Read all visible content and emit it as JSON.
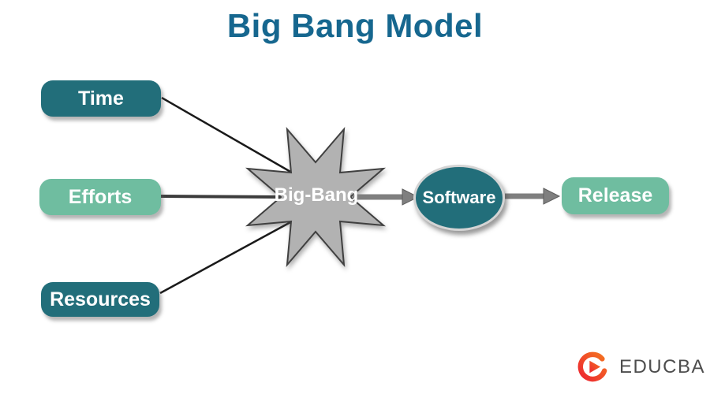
{
  "title": "Big Bang Model",
  "nodes": {
    "time": {
      "label": "Time"
    },
    "efforts": {
      "label": "Efforts"
    },
    "resources": {
      "label": "Resources"
    },
    "big_bang": {
      "label": "Big-Bang"
    },
    "software": {
      "label": "Software"
    },
    "release": {
      "label": "Release"
    }
  },
  "logo": {
    "text": "EDUCBA",
    "icon": "educba-logo-mark"
  },
  "colors": {
    "title-color": "#16678f",
    "dark-teal": "#226e7a",
    "light-green": "#6fbda0",
    "star-fill": "#b2b2b2",
    "star-stroke": "#404040",
    "arrow-gray": "#7f7f7f",
    "line-black": "#1a1a1a",
    "logo-text-color": "#4d4d4d",
    "logo-red": "#ed2633",
    "logo-orange": "#f4731f"
  }
}
